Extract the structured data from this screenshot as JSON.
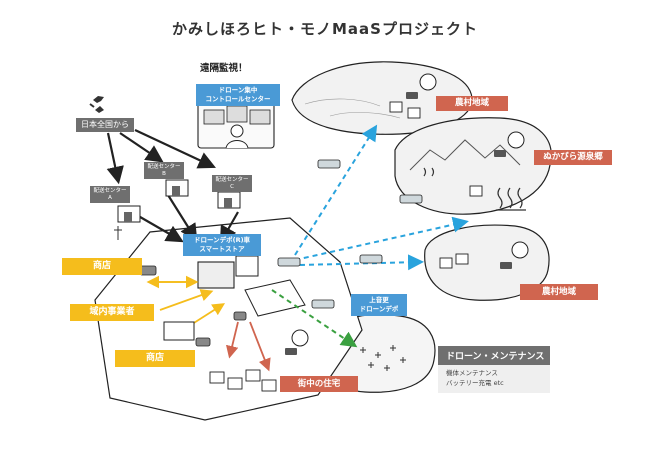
{
  "title": "かみしほろヒト・モノMaaSプロジェクト",
  "control": {
    "watch_label": "遠隔監視！",
    "center_line1": "ドローン集中",
    "center_line2": "コントロールセンター"
  },
  "source": {
    "label": "日本全国から"
  },
  "delivery_centers": [
    {
      "line1": "配送センター",
      "line2": "A"
    },
    {
      "line1": "配送センター",
      "line2": "B"
    },
    {
      "line1": "配送センター",
      "line2": "C"
    }
  ],
  "depot": {
    "line1": "ドローンデポ(R)車",
    "line2": "スマートストア"
  },
  "kamishihoro_depot": {
    "line1": "上音更",
    "line2": "ドローンデポ"
  },
  "town_labels": {
    "shop_top": "商店",
    "business": "域内事業者",
    "shop_bottom": "商店",
    "homes": "街中の住宅"
  },
  "region_labels": {
    "farm_top": "農村地域",
    "nukabira": "ぬかびら源泉郷",
    "farm_right": "農村地域"
  },
  "maintenance": {
    "title": "ドローン・メンテナンス",
    "line1": "機体メンテナンス",
    "line2": "バッテリー充電 etc"
  },
  "colors": {
    "grey_label": "#6f6f6f",
    "blue_label": "#4a9ad6",
    "yellow_label": "#f5bd1c",
    "red_label": "#d0654f",
    "drone_route": "#29a3dd",
    "ground_route": "#3aa040",
    "shop_route": "#f5bd1c",
    "home_route": "#d0654f"
  },
  "icons": [
    "japan-map-icon",
    "drone-icon",
    "truck-icon",
    "house-icon",
    "operator-icon",
    "hot-spring-icon",
    "tablet-icon"
  ]
}
